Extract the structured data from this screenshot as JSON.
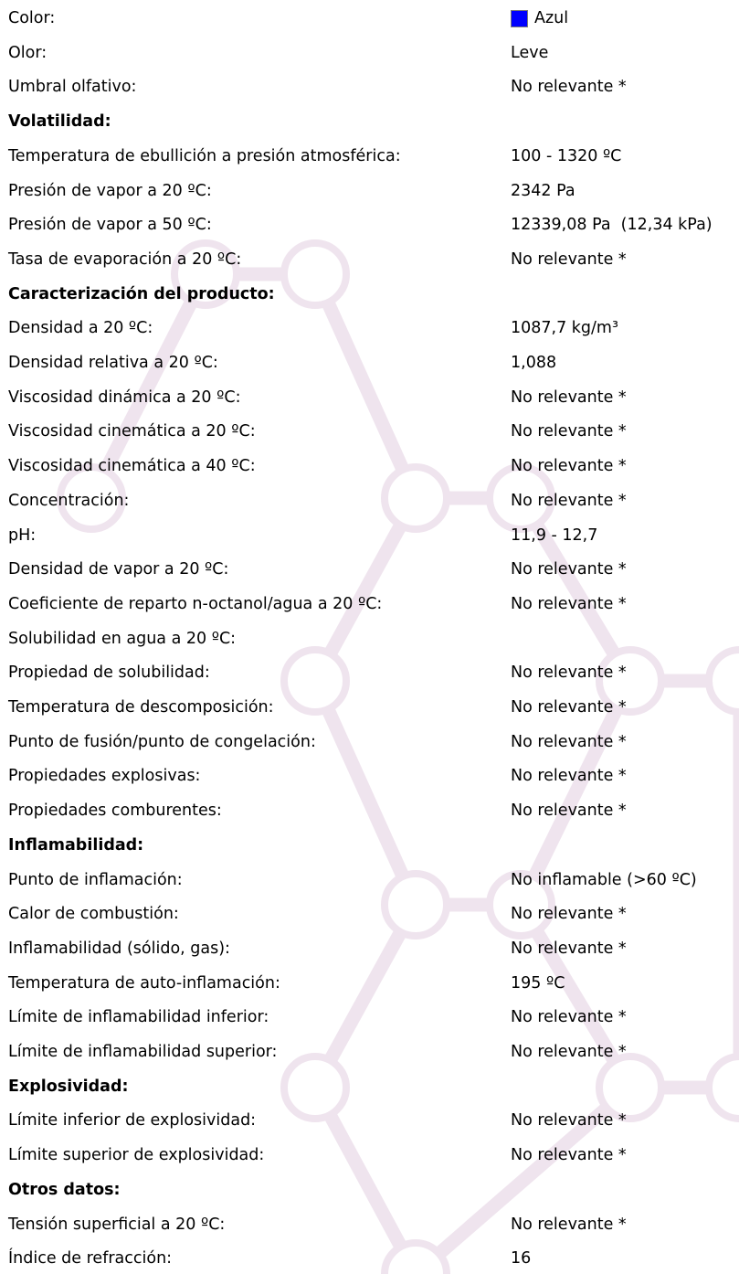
{
  "colors": {
    "watermark": "#efe4ee",
    "color_swatch": "#0000ff"
  },
  "rows": [
    {
      "type": "item",
      "label": "Color:",
      "value": "Azul",
      "swatch": true
    },
    {
      "type": "item",
      "label": "Olor:",
      "value": "Leve"
    },
    {
      "type": "item",
      "label": "Umbral olfativo:",
      "value": "No relevante *"
    },
    {
      "type": "heading",
      "label": "Volatilidad:"
    },
    {
      "type": "item",
      "label": "Temperatura de ebullición a presión atmosférica:",
      "value": "100 - 1320 ºC"
    },
    {
      "type": "item",
      "label": "Presión de vapor a 20 ºC:",
      "value": "2342 Pa"
    },
    {
      "type": "item",
      "label": "Presión de vapor a 50 ºC:",
      "value": "12339,08 Pa  (12,34 kPa)"
    },
    {
      "type": "item",
      "label": "Tasa de evaporación a 20 ºC:",
      "value": "No relevante *"
    },
    {
      "type": "heading",
      "label": "Caracterización del producto:"
    },
    {
      "type": "item",
      "label": "Densidad a 20 ºC:",
      "value": "1087,7 kg/m³"
    },
    {
      "type": "item",
      "label": "Densidad relativa a 20 ºC:",
      "value": "1,088"
    },
    {
      "type": "item",
      "label": "Viscosidad dinámica a 20 ºC:",
      "value": "No relevante *"
    },
    {
      "type": "item",
      "label": "Viscosidad cinemática a 20 ºC:",
      "value": "No relevante *"
    },
    {
      "type": "item",
      "label": "Viscosidad cinemática a 40 ºC:",
      "value": "No relevante *"
    },
    {
      "type": "item",
      "label": "Concentración:",
      "value": "No relevante *"
    },
    {
      "type": "item",
      "label": "pH:",
      "value": "11,9 - 12,7"
    },
    {
      "type": "item",
      "label": "Densidad de vapor a 20 ºC:",
      "value": "No relevante *"
    },
    {
      "type": "item",
      "label": "Coeficiente de reparto n-octanol/agua a 20 ºC:",
      "value": "No relevante *"
    },
    {
      "type": "item",
      "label": "Solubilidad en agua a 20 ºC:",
      "value": ""
    },
    {
      "type": "item",
      "label": "Propiedad de solubilidad:",
      "value": "No relevante *"
    },
    {
      "type": "item",
      "label": "Temperatura de descomposición:",
      "value": "No relevante *"
    },
    {
      "type": "item",
      "label": "Punto de fusión/punto de congelación:",
      "value": "No relevante *"
    },
    {
      "type": "item",
      "label": "Propiedades explosivas:",
      "value": "No relevante *"
    },
    {
      "type": "item",
      "label": "Propiedades comburentes:",
      "value": "No relevante *"
    },
    {
      "type": "heading",
      "label": "Inflamabilidad:"
    },
    {
      "type": "item",
      "label": "Punto de inflamación:",
      "value": "No inflamable (>60 ºC)"
    },
    {
      "type": "item",
      "label": "Calor de combustión:",
      "value": "No relevante *"
    },
    {
      "type": "item",
      "label": "Inflamabilidad (sólido, gas):",
      "value": "No relevante *"
    },
    {
      "type": "item",
      "label": "Temperatura de auto-inflamación:",
      "value": "195 ºC"
    },
    {
      "type": "item",
      "label": "Límite de inflamabilidad inferior:",
      "value": "No relevante *"
    },
    {
      "type": "item",
      "label": "Límite de inflamabilidad superior:",
      "value": "No relevante *"
    },
    {
      "type": "heading",
      "label": "Explosividad:"
    },
    {
      "type": "item",
      "label": "Límite inferior de explosividad:",
      "value": "No relevante *"
    },
    {
      "type": "item",
      "label": "Límite superior de explosividad:",
      "value": "No relevante *"
    },
    {
      "type": "heading",
      "label": "Otros datos:"
    },
    {
      "type": "item",
      "label": "Tensión superficial a 20 ºC:",
      "value": "No relevante *"
    },
    {
      "type": "item",
      "label": "Índice de refracción:",
      "value": "16"
    }
  ]
}
